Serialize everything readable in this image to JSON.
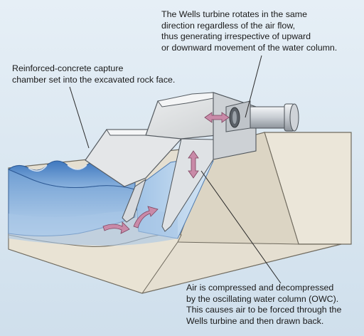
{
  "labels": {
    "turbine": [
      "The Wells turbine rotates in the same",
      "direction regardless of the air flow,",
      "thus generating irrespective of upward",
      "or downward movement of the water column."
    ],
    "chamber": [
      "Reinforced-concrete capture",
      "chamber set into the excavated rock face."
    ],
    "owc": [
      "Air is compressed and decompressed",
      "by the oscillating water column (OWC).",
      "This causes air to be forced through the",
      "Wells turbine and then drawn back."
    ]
  },
  "colors": {
    "background": "#dce8f2",
    "rock": "#e8e3d6",
    "water": "#8fb8e0",
    "concrete": "#e2e4e6",
    "arrow": "#c98aa8"
  },
  "icons": [
    "air-flow-arrow",
    "wells-turbine-icon",
    "wave-icon"
  ]
}
